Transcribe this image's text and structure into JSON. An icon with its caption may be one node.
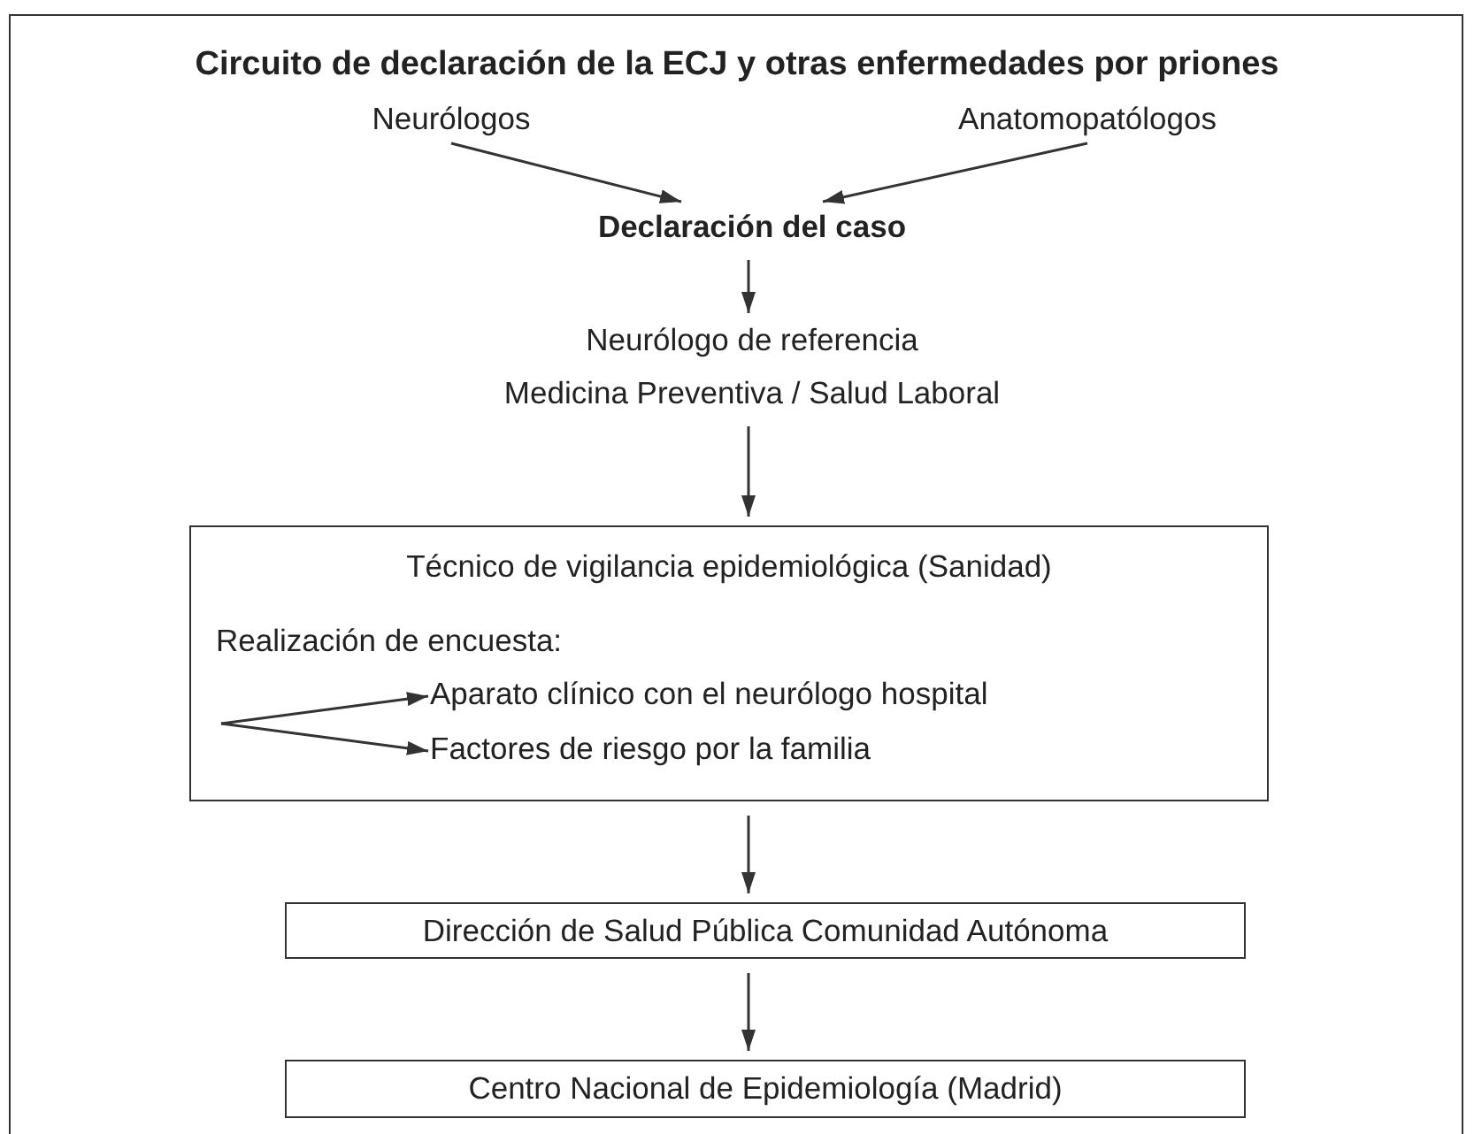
{
  "diagram": {
    "title": "Circuito de declaración de la ECJ y otras enfermedades por priones",
    "nodes": [
      {
        "text": [
          "Neurólogos"
        ]
      },
      {
        "text": [
          "Anatomopatólogos"
        ]
      },
      {
        "text": [
          "Declaración del caso"
        ]
      },
      {
        "text": [
          "Neurólogo de referencia",
          "Medicina Preventiva / Salud Laboral"
        ]
      },
      {
        "text": [
          "Técnico de vigilancia epidemiológica (Sanidad)",
          "Realización de encuesta:"
        ]
      },
      {
        "text": [
          "Aparato clínico con el neurólogo hospital"
        ],
        "in": 4
      },
      {
        "text": [
          "Factores de riesgo por la familia"
        ],
        "in": 4
      },
      {
        "text": [
          "Dirección de Salud Pública Comunidad Autónoma"
        ]
      },
      {
        "text": [
          "Centro Nacional de Epidemiología (Madrid)"
        ]
      }
    ],
    "edges": [
      {
        "from": 0,
        "to": 2,
        "arrow": "to"
      },
      {
        "from": 1,
        "to": 2,
        "arrow": "to"
      },
      {
        "from": 2,
        "to": 3,
        "arrow": "to"
      },
      {
        "from": 3,
        "to": 4,
        "arrow": "to"
      },
      {
        "from": null,
        "to": 5,
        "arrow": "to"
      },
      {
        "from": null,
        "to": 6,
        "arrow": "to"
      },
      {
        "from": 4,
        "to": 7,
        "arrow": "to"
      },
      {
        "from": 7,
        "to": 8,
        "arrow": "to"
      }
    ]
  }
}
